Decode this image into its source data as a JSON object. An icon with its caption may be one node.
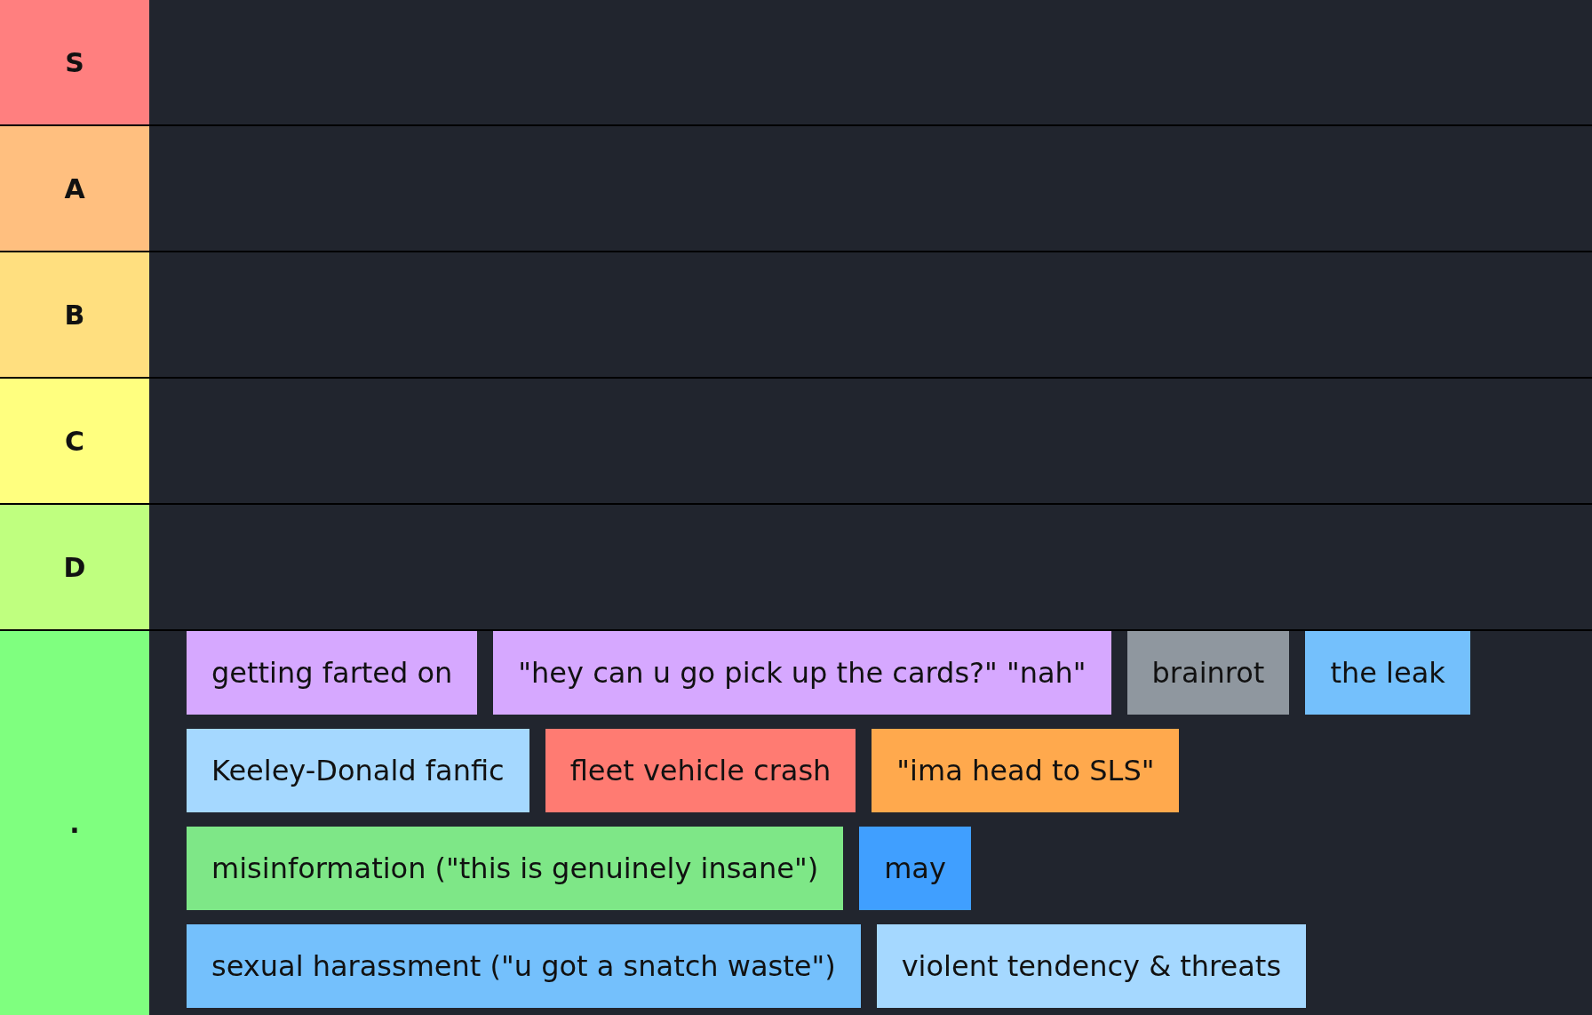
{
  "diagram": {
    "nodes": [
      {
        "text": [
          "S"
        ]
      },
      {
        "text": [
          "A"
        ]
      },
      {
        "text": [
          "B"
        ]
      },
      {
        "text": [
          "C"
        ]
      },
      {
        "text": [
          "D"
        ]
      },
      {
        "text": [
          "."
        ]
      },
      {
        "text": [
          "getting farted on"
        ],
        "in": 5
      },
      {
        "text": [
          "\"hey can u go pick up the cards?\" \"nah\""
        ],
        "in": 5
      },
      {
        "text": [
          "brainrot"
        ],
        "in": 5
      },
      {
        "text": [
          "the leak"
        ],
        "in": 5
      },
      {
        "text": [
          "Keeley-Donald fanfic"
        ],
        "in": 5
      },
      {
        "text": [
          "fleet vehicle crash"
        ],
        "in": 5
      },
      {
        "text": [
          "\"ima head to SLS\""
        ],
        "in": 5
      },
      {
        "text": [
          "misinformation (\"this is genuinely insane\")"
        ],
        "in": 5
      },
      {
        "text": [
          "may"
        ],
        "in": 5
      },
      {
        "text": [
          "sexual harassment (\"u got a snatch waste\")"
        ],
        "in": 5
      },
      {
        "text": [
          "violent tendency & threats"
        ],
        "in": 5
      }
    ]
  }
}
